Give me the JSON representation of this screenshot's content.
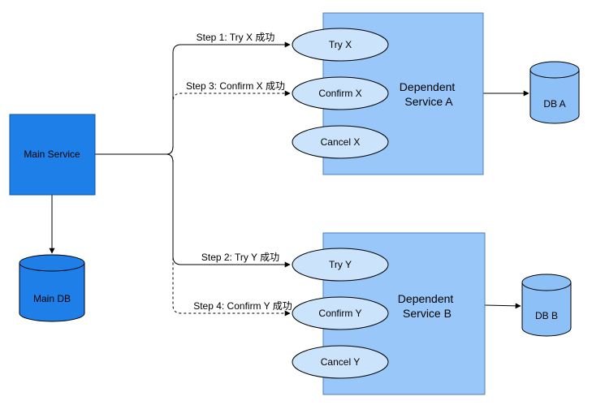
{
  "colors": {
    "main_service_fill": "#1E7FE8",
    "main_service_stroke": "#0D57A8",
    "main_db_fill": "#1E7FE8",
    "service_fill": "#99C7FA",
    "service_stroke": "#4D7FB8",
    "op_fill": "#CCE3FC",
    "db_fill": "#8CC0F7",
    "line": "#000000"
  },
  "nodes": {
    "main_service": "Main Service",
    "main_db": "Main DB",
    "service_a": [
      "Dependent",
      "Service A"
    ],
    "service_b": [
      "Dependent",
      "Service B"
    ],
    "db_a": "DB A",
    "db_b": "DB B",
    "try_x": "Try X",
    "confirm_x": "Confirm X",
    "cancel_x": "Cancel X",
    "try_y": "Try Y",
    "confirm_y": "Confirm Y",
    "cancel_y": "Cancel Y"
  },
  "edges": {
    "step1": "Step 1: Try X 成功",
    "step2": "Step 2: Try Y 成功",
    "step3": "Step 3: Confirm X 成功",
    "step4": "Step 4: Confirm Y 成功"
  }
}
